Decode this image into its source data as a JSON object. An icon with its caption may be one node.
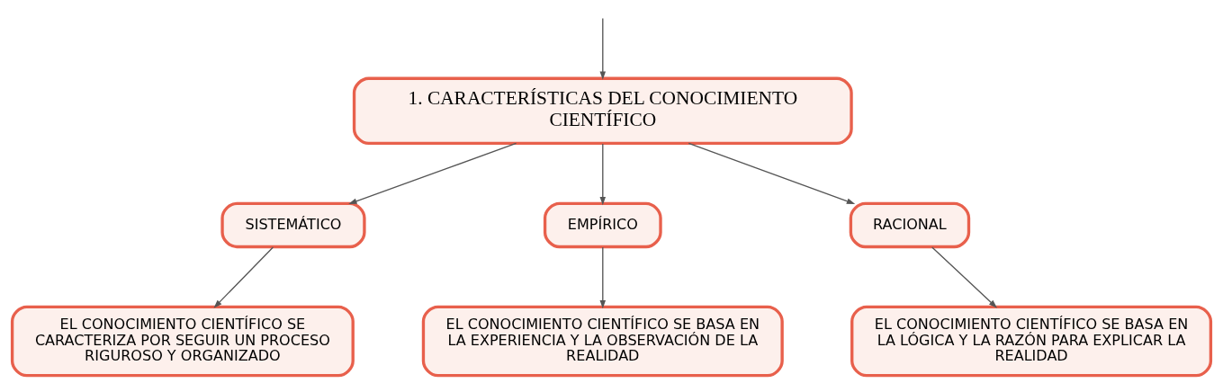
{
  "diagram": {
    "nodes": [
      {
        "text": [
          "1. CARACTERÍSTICAS DEL CONOCIMIENTO CIENTÍFICO"
        ]
      },
      {
        "text": [
          "SISTEMÁTICO"
        ]
      },
      {
        "text": [
          "EMPÍRICO"
        ]
      },
      {
        "text": [
          "RACIONAL"
        ]
      },
      {
        "text": [
          "EL CONOCIMIENTO CIENTÍFICO SE CARACTERIZA POR SEGUIR UN PROCESO RIGUROSO Y ORGANIZADO"
        ]
      },
      {
        "text": [
          "EL CONOCIMIENTO CIENTÍFICO SE BASA EN LA EXPERIENCIA Y LA OBSERVACIÓN DE LA REALIDAD"
        ]
      },
      {
        "text": [
          "EL CONOCIMIENTO CIENTÍFICO SE BASA EN LA LÓGICA Y LA RAZÓN PARA EXPLICAR LA REALIDAD"
        ]
      }
    ],
    "edges": [
      {
        "from": null,
        "to": 0,
        "arrow": "to"
      },
      {
        "from": 0,
        "to": 1,
        "arrow": "to"
      },
      {
        "from": 0,
        "to": 2,
        "arrow": "to"
      },
      {
        "from": 0,
        "to": 3,
        "arrow": "to"
      },
      {
        "from": 1,
        "to": 4,
        "arrow": "to"
      },
      {
        "from": 2,
        "to": 5,
        "arrow": "to"
      },
      {
        "from": 3,
        "to": 6,
        "arrow": "to"
      }
    ]
  }
}
